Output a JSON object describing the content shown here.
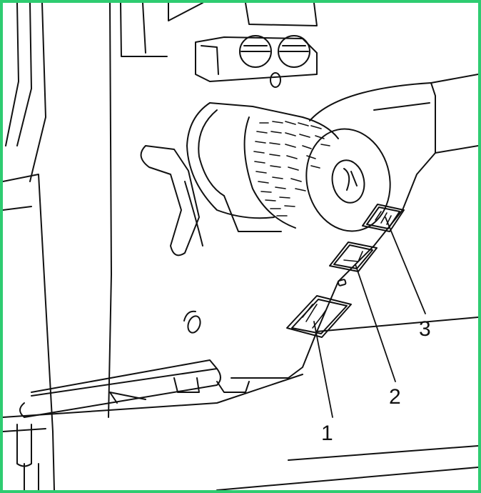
{
  "diagram": {
    "callouts": [
      {
        "id": "1",
        "text": "1"
      },
      {
        "id": "2",
        "text": "2"
      },
      {
        "id": "3",
        "text": "3"
      }
    ]
  },
  "colors": {
    "frame_border": "#2ecc71",
    "line": "#111111",
    "background": "#ffffff"
  }
}
